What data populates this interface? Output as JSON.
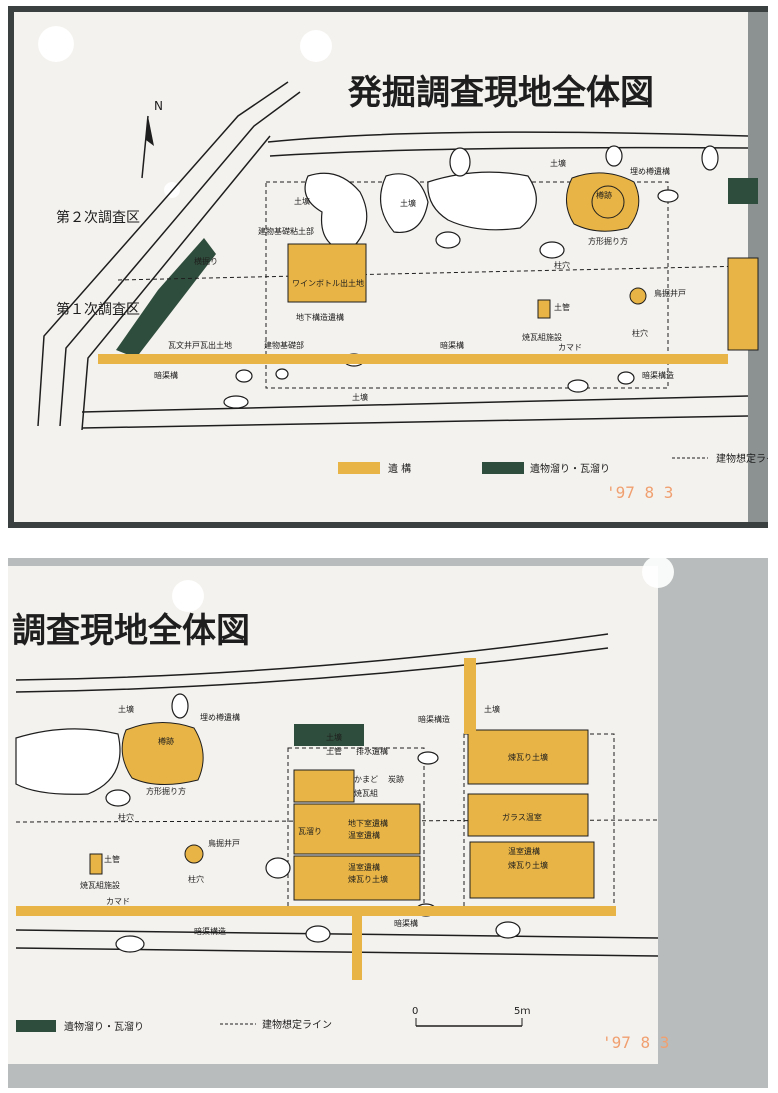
{
  "photo1": {
    "title": "発掘調査現地全体図",
    "north": "N",
    "areas": [
      "第２次調査区",
      "第１次調査区"
    ],
    "labels": {
      "dokou_a": "土壙",
      "dokou_b": "土壙",
      "dokou_c": "土壙",
      "dokou_d": "土壙",
      "umeme": "埋め樽遺構",
      "hakoato": "樽跡",
      "houkei": "方形掘り方",
      "kenzoku": "建物基礎粘土部",
      "wine": "ワインボトル出土地",
      "chika": "地下構造遺構",
      "kisobu": "建物基礎部",
      "yoko_haisui": "横掘り",
      "ana": "柱穴",
      "dokan": "土管",
      "karawa": "焼瓦組施設",
      "kamado": "カマド",
      "tori_ido": "鳥掘井戸",
      "ana2": "柱穴",
      "ido_shutsudo": "瓦文井戸瓦出土地",
      "anka": "暗渠構",
      "anka2": "暗渠構",
      "anka3": "暗渠構造",
      "dokou_e": "土壙"
    },
    "legend": {
      "iko": "遺 構",
      "ibutsu": "遺物溜り・瓦溜り",
      "line": "建物想定ライン"
    },
    "date": "'97 8 3"
  },
  "photo2": {
    "title": "調査現地全体図",
    "labels": {
      "dokou_a": "土壙",
      "umeme": "埋め樽遺構",
      "hakoato": "樽跡",
      "houkei": "方形掘り方",
      "ana": "柱穴",
      "dokan": "土管",
      "tori_ido": "鳥掘井戸",
      "karawa": "焼瓦組施設",
      "ana2": "柱穴",
      "kamado": "カマド",
      "anka": "暗渠構造",
      "dokou_b": "土壙",
      "dokan2": "土管",
      "haisui": "排水遺構",
      "kamado2": "かまど",
      "ruins": "炭跡",
      "yakiwa": "焼瓦組",
      "kawara": "瓦溜り",
      "chikashitsu": "地下室遺構",
      "onshitsu": "温室遺構",
      "onshitsu2": "温室遺構",
      "renga": "煉瓦り土壙",
      "anka2": "暗渠構",
      "anka3": "暗渠構造",
      "dokou_c": "土壙",
      "renga2": "煉瓦り土壙",
      "glass": "ガラス温室",
      "onshitsu3": "温室遺構",
      "renga3": "煉瓦り土壙"
    },
    "legend": {
      "ibutsu": "遺物溜り・瓦溜り",
      "line": "建物想定ライン",
      "scale0": "0",
      "scale5": "5ｍ"
    },
    "date": "'97 8 3"
  },
  "colors": {
    "feature": "#e8b445",
    "deposit": "#2f4d3c",
    "board": "#f4f2ee",
    "line": "#1e1e1e"
  }
}
